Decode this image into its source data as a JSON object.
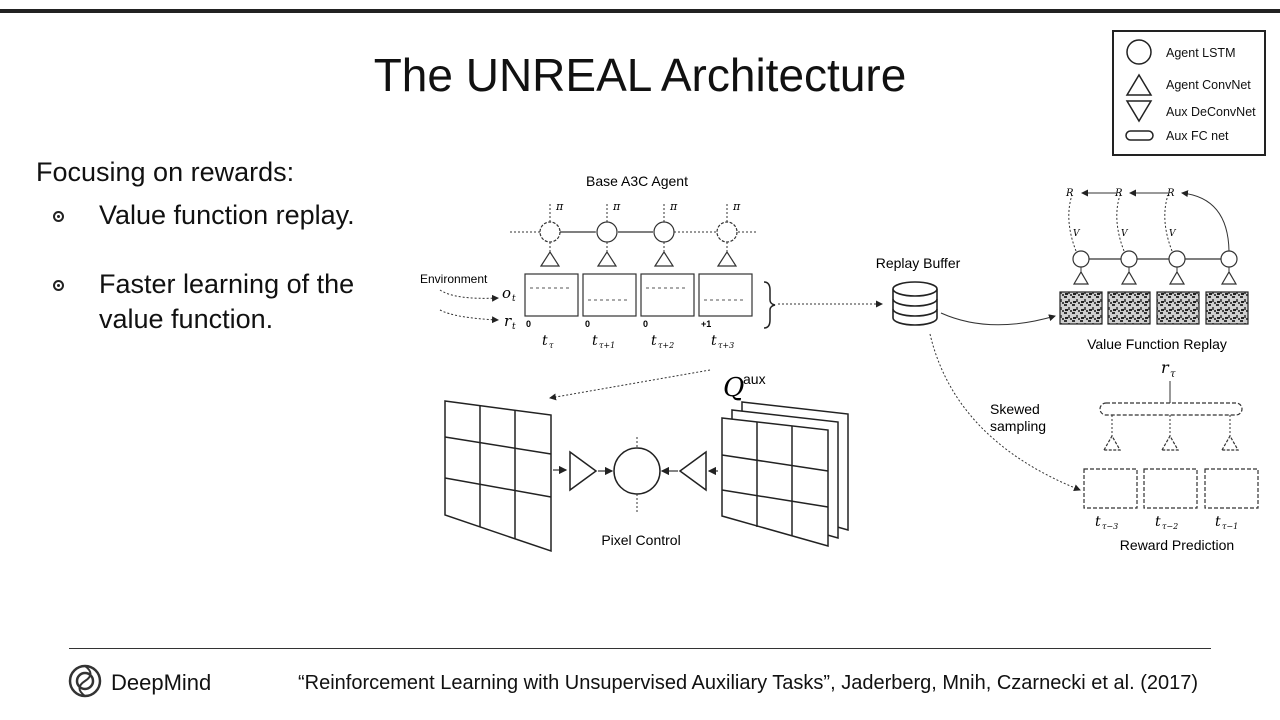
{
  "slide": {
    "title": "The UNREAL Architecture",
    "focus_heading": "Focusing on rewards:",
    "bullets": [
      {
        "text": "Value function replay."
      },
      {
        "text": "Faster learning of the value function."
      }
    ]
  },
  "legend": {
    "items": [
      {
        "icon": "circle-icon",
        "label": "Agent LSTM"
      },
      {
        "icon": "triangle-up-icon",
        "label": "Agent ConvNet"
      },
      {
        "icon": "triangle-down-icon",
        "label": "Aux DeConvNet"
      },
      {
        "icon": "rounded-bar-icon",
        "label": "Aux FC net"
      }
    ]
  },
  "diagram": {
    "base_agent": "Base A3C Agent",
    "environment": "Environment",
    "obs_symbol": "o",
    "obs_sub": "t",
    "reward_symbol": "r",
    "reward_sub": "t",
    "policy_symbol": "π",
    "rewards": [
      "0",
      "0",
      "0",
      "+1"
    ],
    "time_labels": [
      "t",
      "t",
      "t",
      "t"
    ],
    "time_subs": [
      "τ",
      "τ+1",
      "τ+2",
      "τ+3"
    ],
    "replay_buffer": "Replay Buffer",
    "value_function_replay": "Value Function Replay",
    "vfr_r": "R",
    "vfr_v": "V",
    "skewed_sampling": [
      "Skewed",
      "sampling"
    ],
    "reward_prediction": "Reward Prediction",
    "rp_target": "r",
    "rp_target_sub": "τ",
    "rp_time_labels": [
      "t",
      "t",
      "t"
    ],
    "rp_time_subs": [
      "τ−3",
      "τ−2",
      "τ−1"
    ],
    "pixel_control": "Pixel Control",
    "q_aux": "Q",
    "q_aux_sup": "aux"
  },
  "footer": {
    "brand": "DeepMind",
    "citation": "“Reinforcement Learning with Unsupervised Auxiliary Tasks”, Jaderberg, Mnih, Czarnecki et al. (2017)"
  },
  "colors": {
    "ink": "#111111",
    "screen_noise": "#555555"
  }
}
